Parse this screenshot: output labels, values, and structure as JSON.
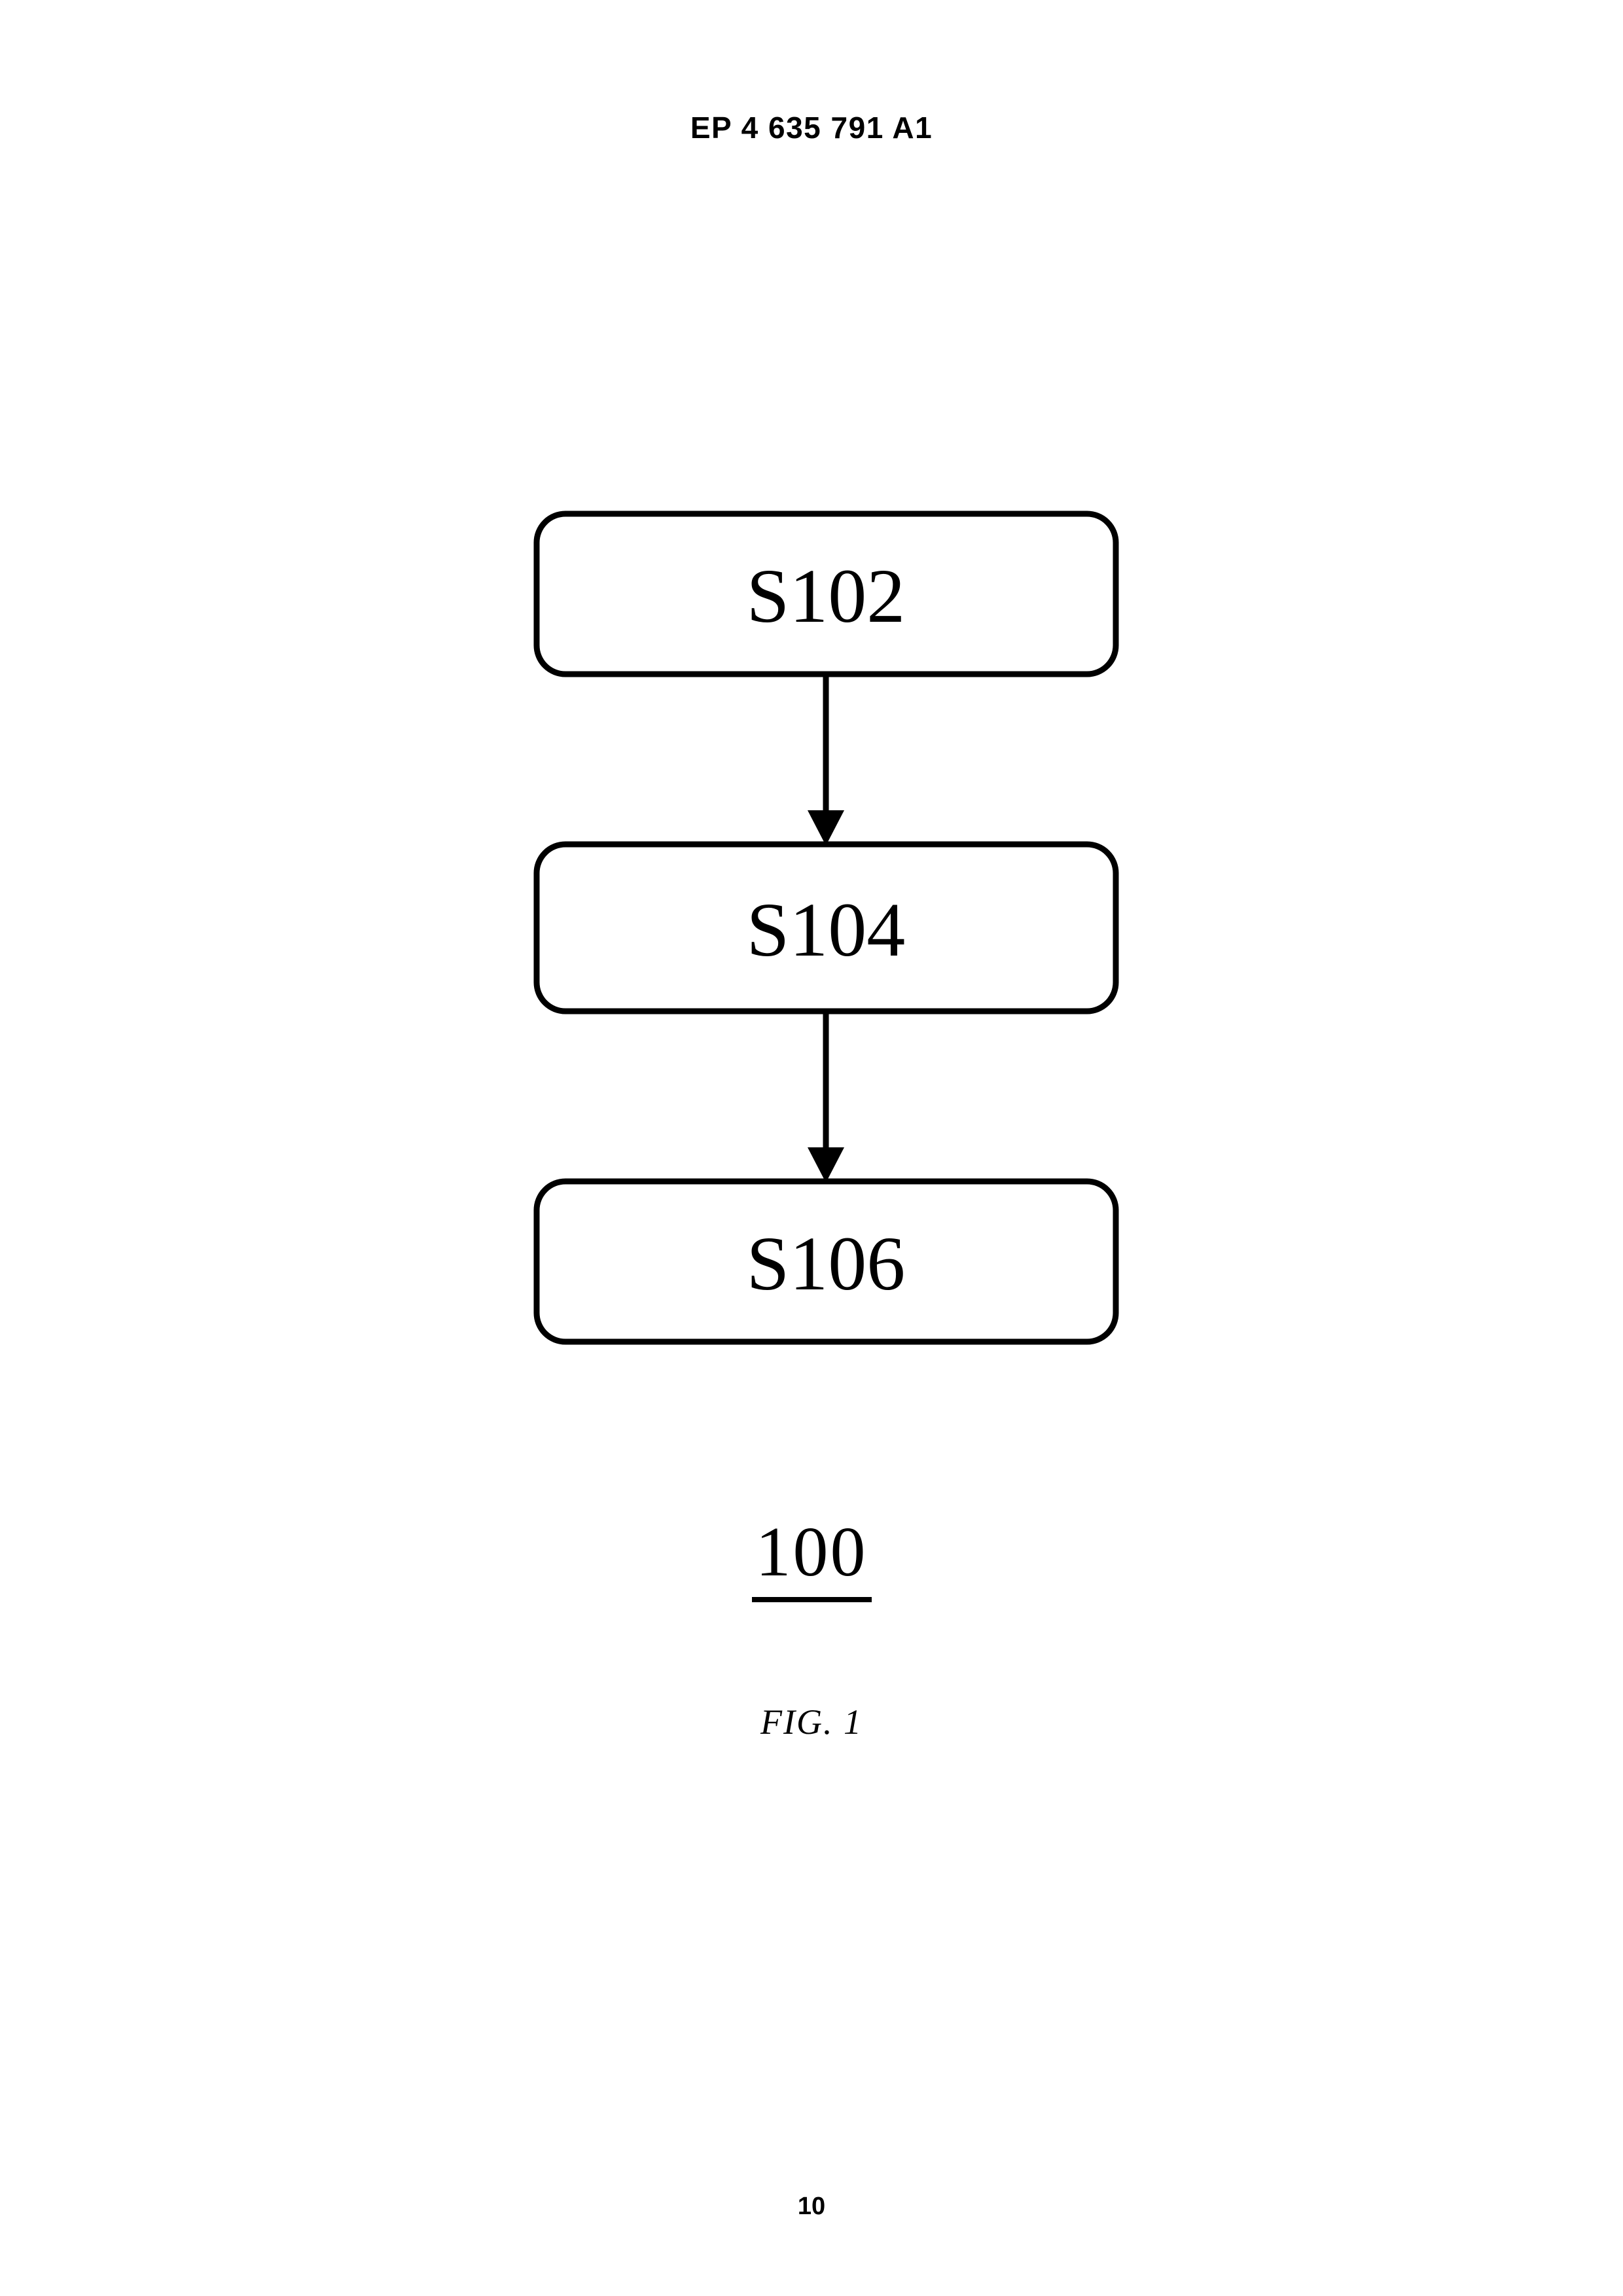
{
  "header": {
    "publication_number": "EP 4 635 791 A1"
  },
  "figure": {
    "caption": "FIG. 1",
    "reference_numeral": "100",
    "nodes": [
      {
        "id": "s102",
        "label": "S102"
      },
      {
        "id": "s104",
        "label": "S104"
      },
      {
        "id": "s106",
        "label": "S106"
      }
    ],
    "connectors": [
      {
        "from": "S102",
        "to": "S104",
        "style": "arrow-down"
      },
      {
        "from": "S104",
        "to": "S106",
        "style": "arrow-down"
      }
    ],
    "stroke_color": "#000000",
    "fill_color": "#ffffff"
  },
  "footer": {
    "page_number": "10"
  }
}
